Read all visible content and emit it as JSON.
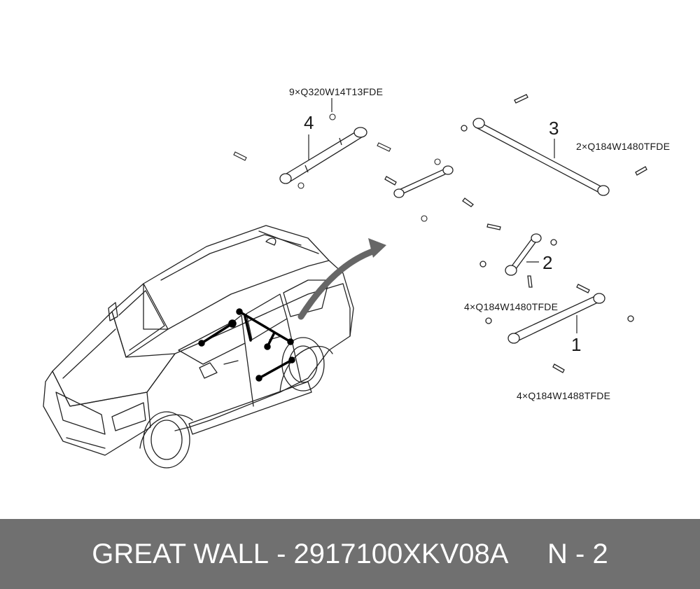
{
  "callouts": {
    "part1": {
      "number": "1",
      "spec": "4×Q184W1488TFDE"
    },
    "part2": {
      "number": "2",
      "spec": "4×Q184W1480TFDE"
    },
    "part3": {
      "number": "3",
      "spec": "2×Q184W1480TFDE"
    },
    "part4": {
      "number": "4",
      "spec": "9×Q320W14T13FDE"
    }
  },
  "footer": {
    "brand": "GREAT WALL",
    "separator": "-",
    "part_number": "2917100XKV08A",
    "page": "N - 2"
  }
}
